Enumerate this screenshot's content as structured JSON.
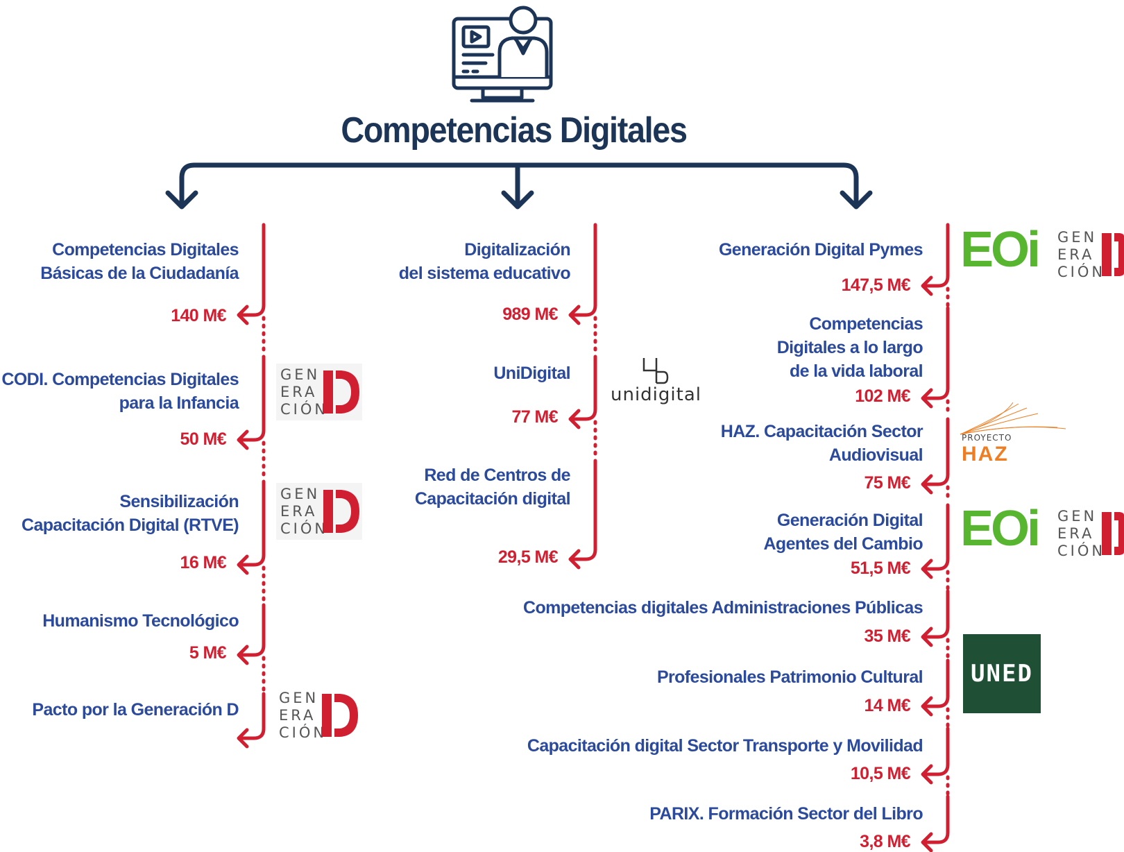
{
  "title": "Competencias Digitales",
  "colors": {
    "title": "#1c3557",
    "label": "#2b4a9c",
    "amount": "#d11f32",
    "eoi": "#58b530",
    "uned": "#1f4f34",
    "haz": "#ef7d22"
  },
  "icon": "computer-user-video-icon",
  "columns": [
    {
      "items": [
        {
          "label_lines": [
            "Competencias Digitales",
            "Básicas de la Ciudadanía"
          ],
          "amount": "140 M€"
        },
        {
          "label_lines": [
            "CODI. Competencias Digitales",
            "para la Infancia"
          ],
          "amount": "50 M€",
          "logo": "generacion-d"
        },
        {
          "label_lines": [
            "Sensibilización",
            "Capacitación Digital (RTVE)"
          ],
          "amount": "16 M€",
          "logo": "generacion-d"
        },
        {
          "label_lines": [
            "Humanismo Tecnológico"
          ],
          "amount": "5 M€"
        },
        {
          "label_lines": [
            "Pacto por la Generación D"
          ],
          "amount": "",
          "logo": "generacion-d"
        }
      ]
    },
    {
      "items": [
        {
          "label_lines": [
            "Digitalización",
            "del sistema educativo"
          ],
          "amount": "989 M€"
        },
        {
          "label_lines": [
            "UniDigital"
          ],
          "amount": "77 M€",
          "logo": "unidigital"
        },
        {
          "label_lines": [
            "Red de Centros de",
            "Capacitación digital"
          ],
          "amount": "29,5 M€"
        }
      ]
    },
    {
      "items": [
        {
          "label_lines": [
            "Generación Digital Pymes"
          ],
          "amount": "147,5 M€",
          "logo": "eoi-generacion-d"
        },
        {
          "label_lines": [
            "Competencias",
            "Digitales a lo largo",
            "de la vida laboral"
          ],
          "amount": "102 M€"
        },
        {
          "label_lines": [
            "HAZ. Capacitación Sector",
            "Audiovisual"
          ],
          "amount": "75 M€",
          "logo": "proyecto-haz"
        },
        {
          "label_lines": [
            "Generación Digital",
            "Agentes del Cambio"
          ],
          "amount": "51,5 M€",
          "logo": "eoi-generacion-d"
        },
        {
          "label_lines": [
            "Competencias digitales Administraciones Públicas"
          ],
          "amount": "35 M€"
        },
        {
          "label_lines": [
            "Profesionales Patrimonio Cultural"
          ],
          "amount": "14 M€",
          "logo": "uned"
        },
        {
          "label_lines": [
            "Capacitación digital Sector Transporte y Movilidad"
          ],
          "amount": "10,5 M€"
        },
        {
          "label_lines": [
            "PARIX. Formación Sector del Libro"
          ],
          "amount": "3,8 M€"
        }
      ]
    }
  ],
  "logos": {
    "generacion_d": [
      "GEN",
      "ERA",
      "CIÓN"
    ],
    "eoi": "EOi",
    "unidigital": "unidigital",
    "haz_small": "PROYECTO",
    "haz_big": "HAZ",
    "uned": "UNED"
  }
}
